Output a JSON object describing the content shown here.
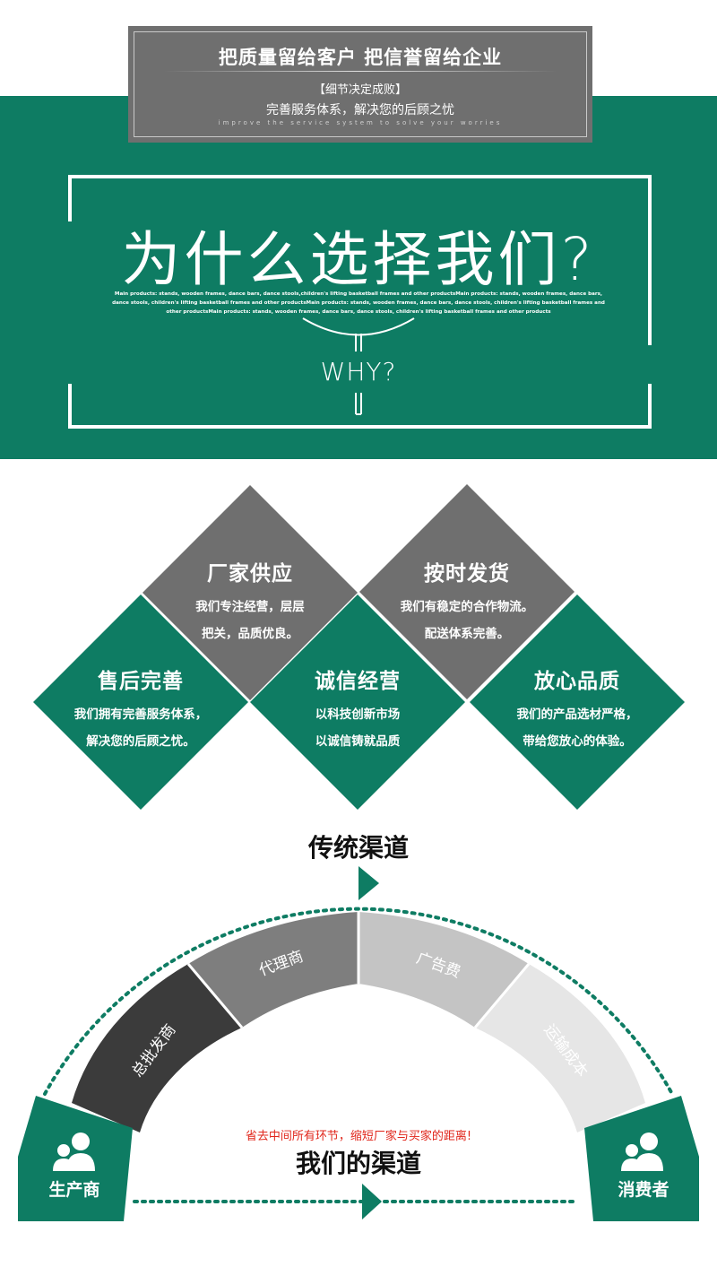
{
  "banner": {
    "title": "把质量留给客户 把信誉留给企业",
    "subtitle1": "【细节决定成败】",
    "subtitle2": "完善服务体系，解决您的后顾之忧",
    "english": "improve the service system to solve your worries"
  },
  "why": {
    "title": "为什么选择我们?",
    "description": "Main products: stands, wooden frames, dance bars, dance stools,children's lifting basketball frames and other productsMain products: stands, wooden frames, dance bars, dance stools, children's lifting basketball frames and other productsMain products: stands, wooden frames, dance bars, dance stools, children's lifting basketball frames and other productsMain products: stands, wooden frames, dance bars, dance stools, children's lifting basketball frames and other products",
    "tag": "WHY?"
  },
  "features": [
    {
      "title": "厂家供应",
      "line1": "我们专注经营，层层",
      "line2": "把关，品质优良。"
    },
    {
      "title": "按时发货",
      "line1": "我们有稳定的合作物流。",
      "line2": "配送体系完善。"
    },
    {
      "title": "售后完善",
      "line1": "我们拥有完善服务体系，",
      "line2": "解决您的后顾之忧。"
    },
    {
      "title": "诚信经营",
      "line1": "以科技创新市场",
      "line2": "以诚信铸就品质"
    },
    {
      "title": "放心品质",
      "line1": "我们的产品选材严格，",
      "line2": "带给您放心的体验。"
    }
  ],
  "channels": {
    "traditional_title": "传统渠道",
    "our_title": "我们的渠道",
    "note": "省去中间所有环节，缩短厂家与买家的距离!",
    "producer": "生产商",
    "consumer": "消费者",
    "segments": [
      "总批发商",
      "代理商",
      "广告费",
      "运输成本"
    ]
  },
  "colors": {
    "green": "#0e7c63",
    "gray": "#6f6f6f",
    "accent_red": "#e0261b"
  },
  "icons": [
    "people-icon"
  ]
}
